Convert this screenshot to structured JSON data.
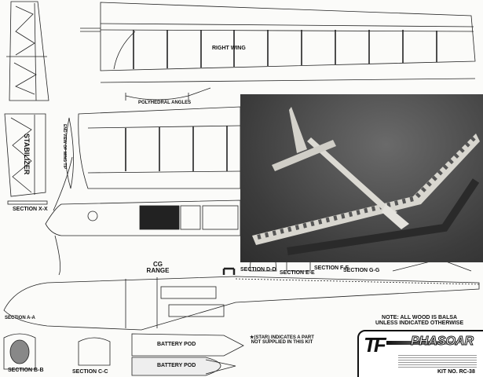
{
  "labels": {
    "right_wing": "RIGHT WING",
    "polyhedral": "POLYHEDRAL ANGLES",
    "stabilizer": "STABILIZER",
    "wing_tip_view": "END VIEW OF WING TIP",
    "section_xx": "SECTION X-X",
    "section_aa": "SECTION A-A",
    "section_bb": "SECTION B-B",
    "section_cc": "SECTION C-C",
    "section_dd": "SECTION D-D",
    "section_ee": "SECTION E-E",
    "section_ff": "SECTION F-F",
    "section_gg": "SECTION G-G",
    "cg_range": "CG RANGE",
    "battery_pod_top": "BATTERY POD",
    "battery_pod_bottom": "BATTERY POD"
  },
  "notes": {
    "star_note_line1": "★(STAR) INDICATES A PART",
    "star_note_line2": "NOT SUPPLIED IN THIS KIT",
    "balsa_line1": "NOTE: ALL WOOD IS BALSA",
    "balsa_line2": "UNLESS INDICATED OTHERWISE"
  },
  "title_block": {
    "logo_mark": "TF",
    "model_name": "PHASOAR",
    "kit_number": "KIT NO. RC-38"
  },
  "colors": {
    "ink": "#111111",
    "paper": "#fbfbf9",
    "photo_bg": "#444444",
    "balsa": "#e8e6df"
  }
}
